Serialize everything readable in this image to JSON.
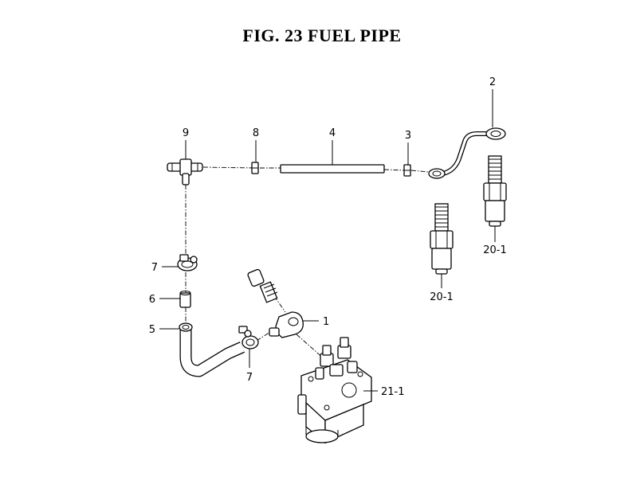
{
  "title": "FIG. 23  FUEL PIPE",
  "callouts": {
    "c1": "1",
    "c2": "2",
    "c3": "3",
    "c4": "4",
    "c5": "5",
    "c6": "6",
    "c7a": "7",
    "c7b": "7",
    "c8": "8",
    "c9": "9",
    "c20a": "20-1",
    "c20b": "20-1",
    "c21": "21-1"
  }
}
